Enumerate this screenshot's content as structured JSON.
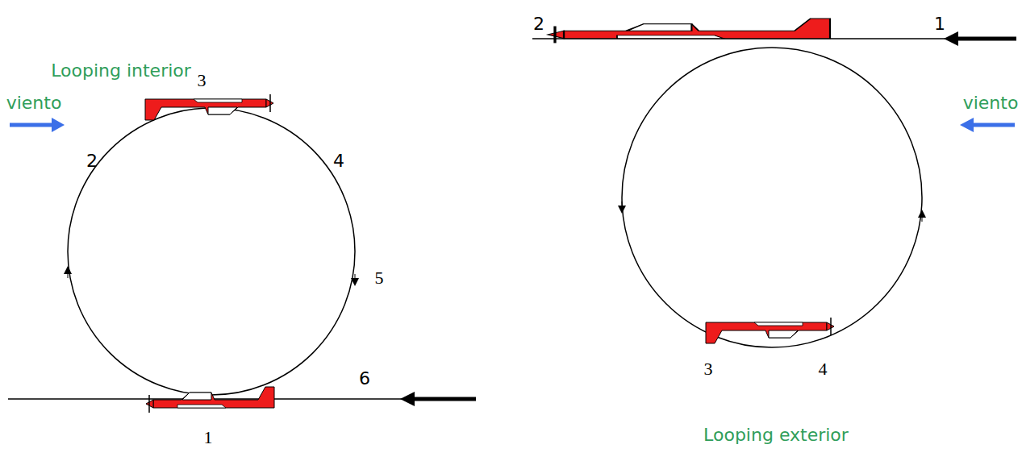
{
  "diagram": {
    "labels": [
      "Looping interior",
      "viento",
      "2",
      "3",
      "4",
      "5",
      "6",
      "1",
      "2",
      "1",
      "viento",
      "3",
      "4",
      "Looping exterior"
    ]
  }
}
